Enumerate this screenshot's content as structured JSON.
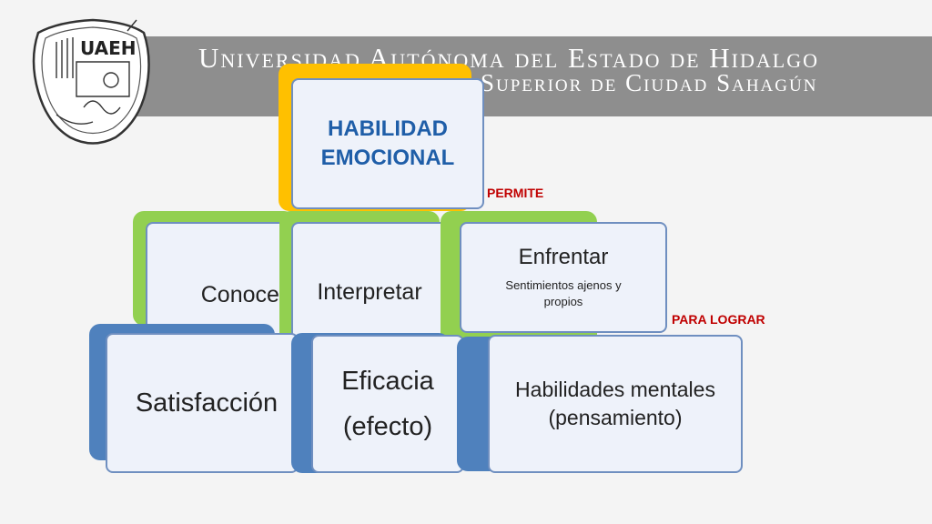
{
  "header": {
    "line1": "Universidad Autónoma del Estado de Hidalgo",
    "line2": "Superior de Ciudad Sahagún",
    "logo_text": "UAEH"
  },
  "diagram": {
    "top": {
      "title": "HABILIDAD EMOCIONAL"
    },
    "connectors": {
      "permite": "PERMITE",
      "para_lograr": "PARA LOGRAR"
    },
    "middle": [
      {
        "label": "Conocer"
      },
      {
        "label": "Interpretar"
      },
      {
        "label": "Enfrentar",
        "sub": "Sentimientos ajenos y propios"
      }
    ],
    "bottom": [
      {
        "label": "Satisfacción"
      },
      {
        "label_line1": "Eficacia",
        "label_line2": "(efecto)"
      },
      {
        "label": "Habilidades mentales (pensamiento)"
      }
    ]
  },
  "colors": {
    "top_back": "#ffc000",
    "middle_back": "#92d050",
    "bottom_back": "#4f81bd",
    "front_border": "#6f8fc0",
    "title_text": "#1f5ea8",
    "connector_text": "#c00000",
    "banner": "#8e8e8e"
  }
}
